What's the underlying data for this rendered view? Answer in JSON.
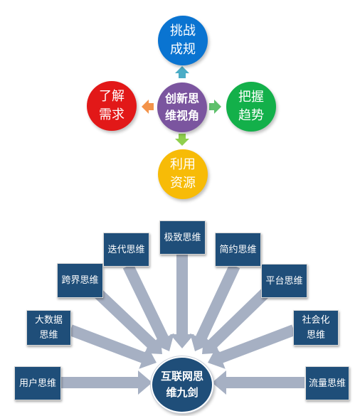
{
  "top": {
    "center": {
      "line1": "创新思",
      "line2": "维视角",
      "color": "#7b559f"
    },
    "top": {
      "line1": "挑战",
      "line2": "成规",
      "color": "#0a74d1"
    },
    "right": {
      "line1": "把握",
      "line2": "趋势",
      "color": "#13b04a"
    },
    "bottom": {
      "line1": "利用",
      "line2": "资源",
      "color": "#f7bb07"
    },
    "left": {
      "line1": "了解",
      "line2": "需求",
      "color": "#e21818"
    },
    "arrow_colors": {
      "up": "#4bacc6",
      "right": "#5ec06b",
      "down": "#8fcf4d",
      "left": "#f3934a"
    }
  },
  "bottom": {
    "center": {
      "line1": "互联网思",
      "line2": "维九剑",
      "color": "#1f4e79"
    },
    "boxes": [
      {
        "line1": "用户思维",
        "line2": ""
      },
      {
        "line1": "大数据",
        "line2": "思维"
      },
      {
        "line1": "跨界思维",
        "line2": ""
      },
      {
        "line1": "迭代思维",
        "line2": ""
      },
      {
        "line1": "极致思维",
        "line2": ""
      },
      {
        "line1": "简约思维",
        "line2": ""
      },
      {
        "line1": "平台思维",
        "line2": ""
      },
      {
        "line1": "社会化",
        "line2": "思维"
      },
      {
        "line1": "流量思维",
        "line2": ""
      }
    ],
    "arrow_color": "#a6b0c3"
  }
}
